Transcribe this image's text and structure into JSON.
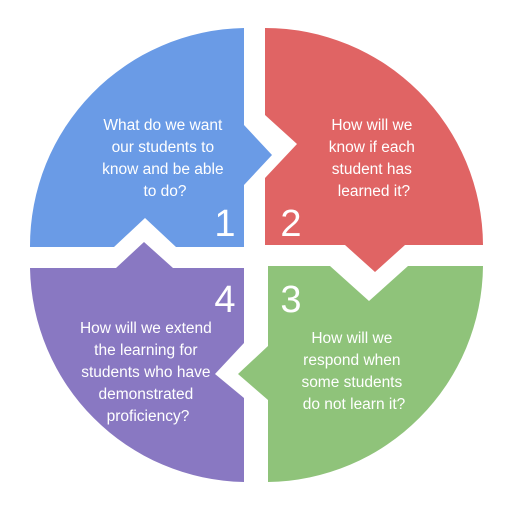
{
  "quadrants": [
    {
      "id": "q1",
      "number": "1",
      "color": "#6a9be6",
      "lines": [
        "What do we want",
        "our students to",
        "know and be able",
        "to do?"
      ]
    },
    {
      "id": "q2",
      "number": "2",
      "color": "#e06464",
      "lines": [
        "How will we",
        "know if each",
        "student has",
        "learned it?"
      ]
    },
    {
      "id": "q3",
      "number": "3",
      "color": "#8fc37a",
      "lines": [
        "How will we",
        "respond when",
        "some students",
        "do not learn it?"
      ]
    },
    {
      "id": "q4",
      "number": "4",
      "color": "#8978c2",
      "lines": [
        "How will we extend",
        "the learning for",
        "students who have",
        "demonstrated",
        "proficiency?"
      ]
    }
  ]
}
